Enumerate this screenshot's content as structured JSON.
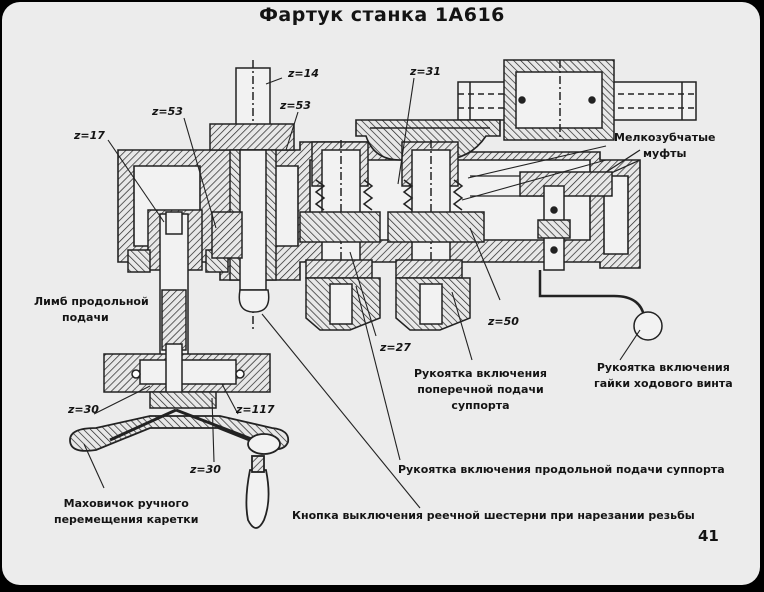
{
  "title": "Фартук станка 1А616",
  "page_number": "41",
  "gears": {
    "z14": "z=14",
    "z53_top": "z=53",
    "z53_left": "z=53",
    "z31": "z=31",
    "z17": "z=17",
    "z27": "z=27",
    "z50": "z=50",
    "z30_left": "z=30",
    "z117": "z=117",
    "z30_bottom": "z=30"
  },
  "labels": {
    "limb_line1": "Лимб продольной",
    "limb_line2": "подачи",
    "melko_line1": "Мелкозубчатые",
    "melko_line2": "муфты",
    "handle_nut_line1": "Рукоятка включения",
    "handle_nut_line2": "гайки ходового винта",
    "handle_cross_line1": "Рукоятка включения",
    "handle_cross_line2": "поперечной подачи",
    "handle_cross_line3": "суппорта",
    "handle_long": "Рукоятка включения продольной подачи суппорта",
    "handwheel_line1": "Маховичок ручного",
    "handwheel_line2": "перемещения каретки",
    "button": "Кнопка выключения реечной шестерни при нарезании резьбы"
  }
}
